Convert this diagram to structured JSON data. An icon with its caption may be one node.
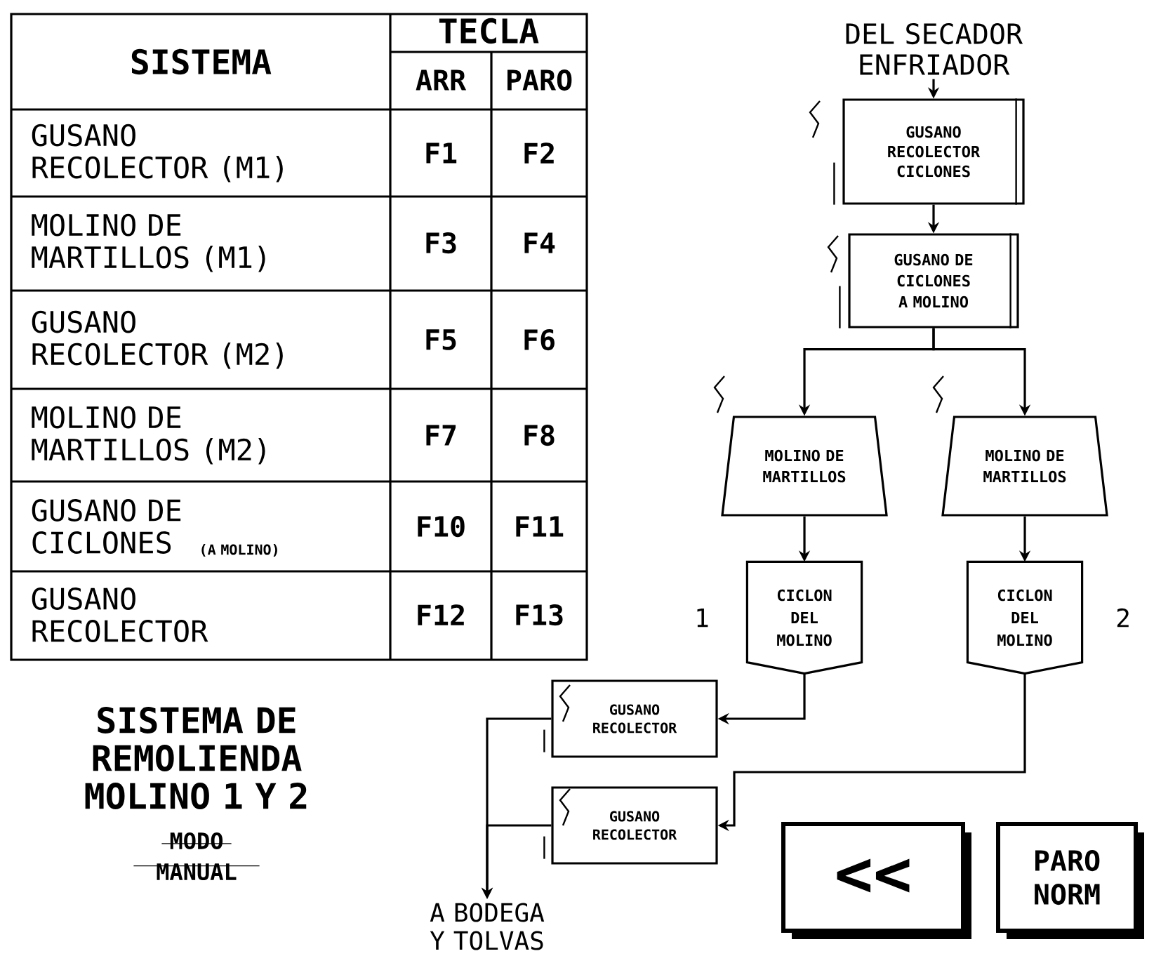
{
  "diagram": {
    "nodes": [
      {
        "text": [
          "DEL SECADOR ENFRIADOR"
        ]
      },
      {
        "text": [
          "GUSANO RECOLECTOR CICLONES"
        ]
      },
      {
        "text": [
          "GUSANO DE CICLONES A MOLINO"
        ]
      },
      {
        "text": [
          "MOLINO DE MARTILLOS"
        ]
      },
      {
        "text": [
          "MOLINO DE MARTILLOS"
        ]
      },
      {
        "text": [
          "CICLON DEL MOLINO"
        ]
      },
      {
        "text": [
          "CICLON DEL MOLINO"
        ]
      },
      {
        "text": [
          "GUSANO RECOLECTOR"
        ]
      },
      {
        "text": [
          "GUSANO RECOLECTOR"
        ]
      },
      {
        "text": [
          "A BODEGA Y TOLVAS"
        ]
      },
      {
        "text": [
          "<<"
        ]
      },
      {
        "text": [
          "PARO NORM"
        ]
      }
    ],
    "edges": [
      {
        "from": 0,
        "to": 1,
        "arrow": "to"
      },
      {
        "from": 1,
        "to": 2,
        "arrow": "to"
      },
      {
        "from": 2,
        "to": 3,
        "arrow": "to"
      },
      {
        "from": 2,
        "to": 4,
        "arrow": "to"
      },
      {
        "from": 3,
        "to": 5,
        "arrow": "to"
      },
      {
        "from": 4,
        "to": 6,
        "arrow": "to"
      },
      {
        "from": 5,
        "to": 7,
        "arrow": "to"
      },
      {
        "from": 6,
        "to": 8,
        "arrow": "to"
      },
      {
        "from": 7,
        "to": 9,
        "arrow": "to"
      },
      {
        "from": 8,
        "to": 9,
        "arrow": "to"
      }
    ],
    "labels": [
      "SISTEMA",
      "TECLA",
      "ARR",
      "PARO",
      "GUSANO RECOLECTOR (M1)",
      "F1",
      "F2",
      "MOLINO DE MARTILLOS (M1)",
      "F3",
      "F4",
      "GUSANO RECOLECTOR (M2)",
      "F5",
      "F6",
      "MOLINO DE MARTILLOS (M2)",
      "F7",
      "F8",
      "GUSANO DE CICLONES",
      "(A MOLINO)",
      "F10",
      "F11",
      "GUSANO RECOLECTOR",
      "F12",
      "F13",
      "1",
      "2",
      "SISTEMA DE REMOLIENDA MOLINO 1 Y 2",
      "MODO MANUAL"
    ]
  }
}
